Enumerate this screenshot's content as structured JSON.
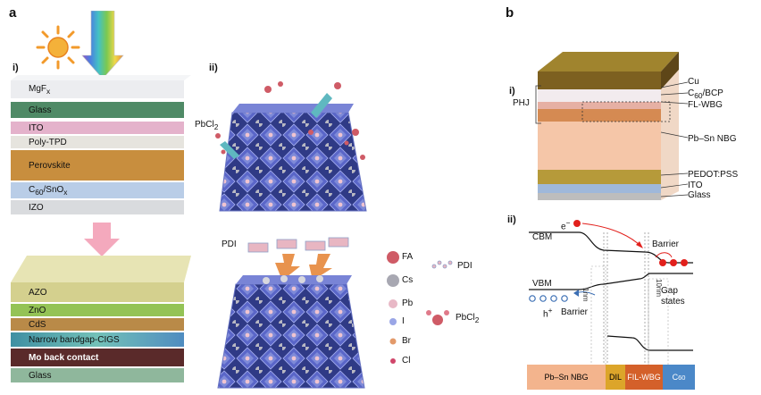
{
  "panel_a": {
    "letter": "a",
    "sub_i": "i)",
    "sub_ii": "ii)",
    "top_stack": [
      {
        "label": "MgF",
        "sub": "x",
        "suffix": "",
        "color": "#ecedf0"
      },
      {
        "label": "Glass",
        "sub": "",
        "suffix": "",
        "color": "#4f8a66"
      },
      {
        "label": "ITO",
        "sub": "",
        "suffix": "",
        "color": "#e4b2cb"
      },
      {
        "label": "Poly-TPD",
        "sub": "",
        "suffix": "",
        "color": "#e6e4de"
      },
      {
        "label": "Perovskite",
        "sub": "",
        "suffix": "",
        "color": "#c88e3e"
      },
      {
        "label": "C",
        "sub": "60",
        "suffix": "/SnO",
        "sub2": "x",
        "color": "#b9cde7"
      },
      {
        "label": "IZO",
        "sub": "",
        "suffix": "",
        "color": "#d9dbde"
      }
    ],
    "bottom_stack": [
      {
        "label": "AZO",
        "color": "#d4d08e"
      },
      {
        "label": "ZnO",
        "color": "#94c356"
      },
      {
        "label": "CdS",
        "color": "#b98a48"
      },
      {
        "label": "Narrow bandgap-CIGS",
        "color": "#55a7a7"
      },
      {
        "label": "Mo back contact",
        "color": "#5a2a2a"
      },
      {
        "label": "Glass",
        "color": "#8fb79c"
      }
    ],
    "crystal_top": {
      "label_main": "PbCl",
      "label_sub": "2"
    },
    "crystal_bottom": {
      "label": "PDI"
    },
    "legend": [
      {
        "name": "FA",
        "color": "#cf5b66"
      },
      {
        "name": "Cs",
        "color": "#a8a8b2"
      },
      {
        "name": "Pb",
        "color": "#e8b8c6"
      },
      {
        "name": "I",
        "color": "#9aa6e6"
      },
      {
        "name": "Br",
        "color": "#e39a6a"
      },
      {
        "name": "Cl",
        "color": "#d0466a"
      }
    ],
    "legend_pdi": "PDI",
    "legend_pbcl": {
      "main": "PbCl",
      "sub": "2"
    }
  },
  "panel_b": {
    "letter": "b",
    "sub_i": "i)",
    "sub_ii": "ii)",
    "phj": "PHJ",
    "device_labels": {
      "cu": "Cu",
      "c60_main": "C",
      "c60_sub": "60",
      "c60_suffix": "/BCP",
      "fl_wbg": "FL-WBG",
      "pbsn": "Pb–Sn NBG",
      "pedot": "PEDOT:PSS",
      "ito": "ITO",
      "glass": "Glass"
    },
    "band": {
      "electron_main": "e",
      "electron_sup": "−",
      "cbm": "CBM",
      "vbm": "VBM",
      "hole_main": "h",
      "hole_sup": "+",
      "hole_barrier": "Barrier",
      "electron_barrier": "Barrier",
      "gap_states_1": "Gap",
      "gap_states_2": "states",
      "dil_thickness": "1nm",
      "flwbg_thickness": "10nm"
    },
    "bottom_bar": [
      {
        "label": "Pb–Sn NBG",
        "color": "#f3b48d"
      },
      {
        "label": "DIL",
        "color": "#dca52a"
      },
      {
        "label": "FIL-WBG",
        "color": "#d4602a"
      },
      {
        "label": "C",
        "sub": "60",
        "color": "#4b88c8"
      }
    ]
  },
  "colors": {
    "accent_red": "#e2201c",
    "hole_blue": "#3c6fb4",
    "pink_arrow": "#f4a9bd",
    "orange_arrow": "#e8934e"
  }
}
